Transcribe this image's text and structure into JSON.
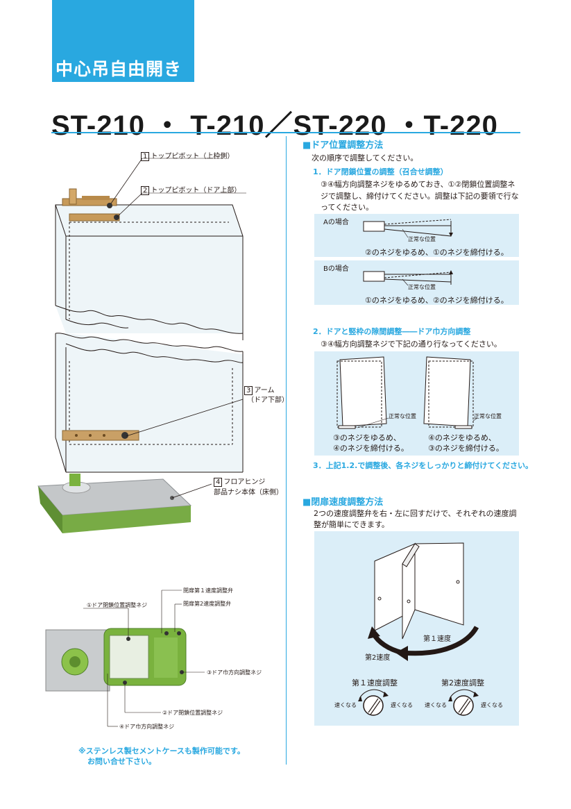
{
  "header": {
    "category": "中心吊自由開き",
    "model": "ST-210 ・ T-210／ST-220 ・T-220"
  },
  "left": {
    "callouts": [
      {
        "num": "1",
        "text": "トップピボット（上枠側）"
      },
      {
        "num": "2",
        "text": "トップピボット（ドア上部）"
      },
      {
        "num": "3",
        "text": "アーム"
      },
      {
        "num": "3b",
        "text": "（ドア下部）"
      },
      {
        "num": "4",
        "text": "フロアヒンジ"
      },
      {
        "num": "4b",
        "text": "部品ナシ本体（床側）"
      }
    ],
    "detail_labels": {
      "speed1": "閉扉第１速度調整弁",
      "pos_screw1": "①ドア閉鎖位置調整ネジ",
      "speed2": "閉扉第2速度調整弁",
      "width_screw3": "③ドア巾方向調整ネジ",
      "pos_screw2": "②ドア閉鎖位置調整ネジ",
      "width_screw4": "④ドア巾方向調整ネジ"
    },
    "note_line1": "※ステンレス製セメントケースも製作可能です。",
    "note_line2": "お問い合せ下さい。"
  },
  "right": {
    "sec1_title": "■ドア位置調整方法",
    "sec1_intro": "次の順序で調整してください。",
    "step1_title": "1．ドア閉鎖位置の調整（召合せ調整）",
    "step1_body_1": "③④幅方向調整ネジをゆるめておき、①②閉鎖位置調整ネ",
    "step1_body_2": "ジで調整し、締付けてください。調整は下記の要領で行な",
    "step1_body_3": "ってください。",
    "caseA_label": "Aの場合",
    "caseA_normal": "正常な位置",
    "caseA_text": "②のネジをゆるめ、①のネジを締付ける。",
    "caseB_label": "Bの場合",
    "caseB_normal": "正常な位置",
    "caseB_text": "①のネジをゆるめ、②のネジを締付ける。",
    "step2_title": "2．ドアと竪枠の隙間調整――ドア巾方向調整",
    "step2_body": "③④幅方向調整ネジで下記の通り行なってください。",
    "step2_left_normal": "正常な位置",
    "step2_right_normal": "正常な位置",
    "step2_left_1": "③のネジをゆるめ、",
    "step2_left_2": "④のネジを締付ける。",
    "step2_right_1": "④のネジをゆるめ、",
    "step2_right_2": "③のネジを締付ける。",
    "step3": "3．上記1.2.で調整後、各ネジをしっかりと締付けてください。",
    "sec2_title": "■閉扉速度調整方法",
    "sec2_body_1": "2つの速度調整弁を右・左に回すだけで、それぞれの速度調",
    "sec2_body_2": "整が簡単にできます。",
    "speed1_label": "第１速度",
    "speed2_label": "第2速度",
    "knob1_title": "第１速度調整",
    "knob2_title": "第2速度調整",
    "knob1_left": "速くなる",
    "knob1_right": "遅くなる",
    "knob2_left": "速くなる",
    "knob2_right": "遅くなる"
  },
  "colors": {
    "accent": "#29a8e0",
    "panel": "#dbeef8",
    "green": "#6aa338"
  }
}
